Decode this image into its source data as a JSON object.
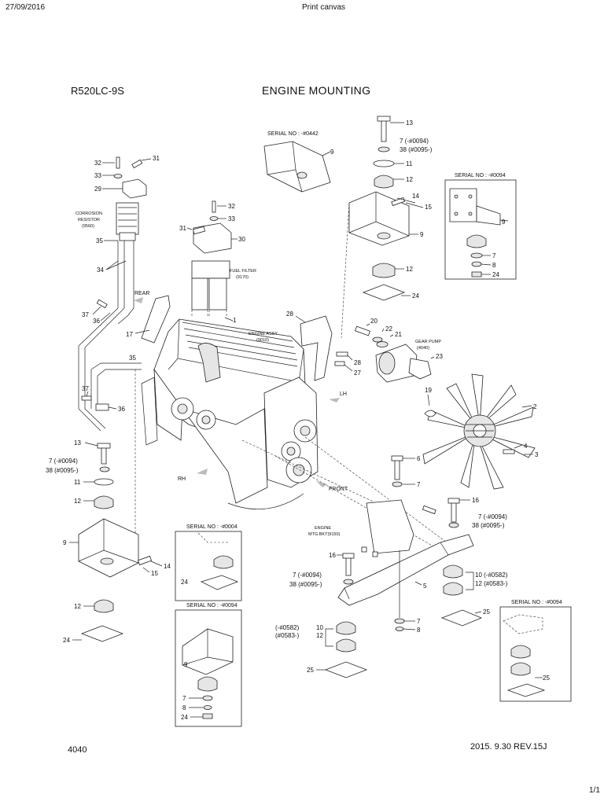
{
  "header": {
    "date": "27/09/2016",
    "print_title": "Print canvas"
  },
  "doc": {
    "model": "R520LC-9S",
    "title": "ENGINE MOUNTING"
  },
  "footer": {
    "page_code": "4040",
    "revision": "2015. 9.30  REV.15J",
    "page_count": "1/1"
  },
  "serials": {
    "s0442": "SERIAL NO : -#0442",
    "s0094_top": "SERIAL NO : -#0094",
    "s0004": "SERIAL NO : -#0004",
    "s0094_mid": "SERIAL NO : -#0094",
    "s0094_right": "SERIAL NO : -#0094"
  },
  "labels": {
    "corrosion": "CORROSION",
    "resistor": "RESISTOR",
    "corrosion_code": "(9560)",
    "fuel_filter": "FUEL FILTER",
    "fuel_filter_code": "(9170)",
    "engine_assy": "ENGINE ASSY",
    "engine_assy_code": "(9010)",
    "gear_pump": "GEAR PUMP",
    "gear_pump_code": "(4040)",
    "engine_bkt": "ENGINE",
    "engine_bkt_code": "MTG BKT(9150)",
    "rear": "REAR",
    "lh": "LH",
    "rh": "RH",
    "front": "FRONT"
  },
  "notes": {
    "n0094": "7  (-#0094)",
    "n0095": "38  (#0095-)",
    "n0582": "10  (-#0582)",
    "n0583": "12  (#0583-)",
    "left_n0094": "7  (-#0094)",
    "left_n0095": "38  (#0095-)",
    "mid_n0094": "7  (-#0094)",
    "mid_n0095": "38  (#0095-)",
    "rb_n0094": "7  (-#0094)",
    "rb_n0095": "38  (#0095-)",
    "lb_n0582": "(-#0582)",
    "lb_n0583": "(#0583-)",
    "rm_n0582": "10  (-#0582)",
    "rm_n0583": "12  (#0583-)"
  },
  "callouts": [
    "1",
    "2",
    "3",
    "4",
    "5",
    "6",
    "7",
    "8",
    "9",
    "10",
    "11",
    "12",
    "13",
    "14",
    "15",
    "16",
    "17",
    "19",
    "20",
    "21",
    "22",
    "23",
    "24",
    "25",
    "27",
    "28",
    "29",
    "30",
    "31",
    "32",
    "33",
    "34",
    "35",
    "36",
    "37",
    "38"
  ]
}
